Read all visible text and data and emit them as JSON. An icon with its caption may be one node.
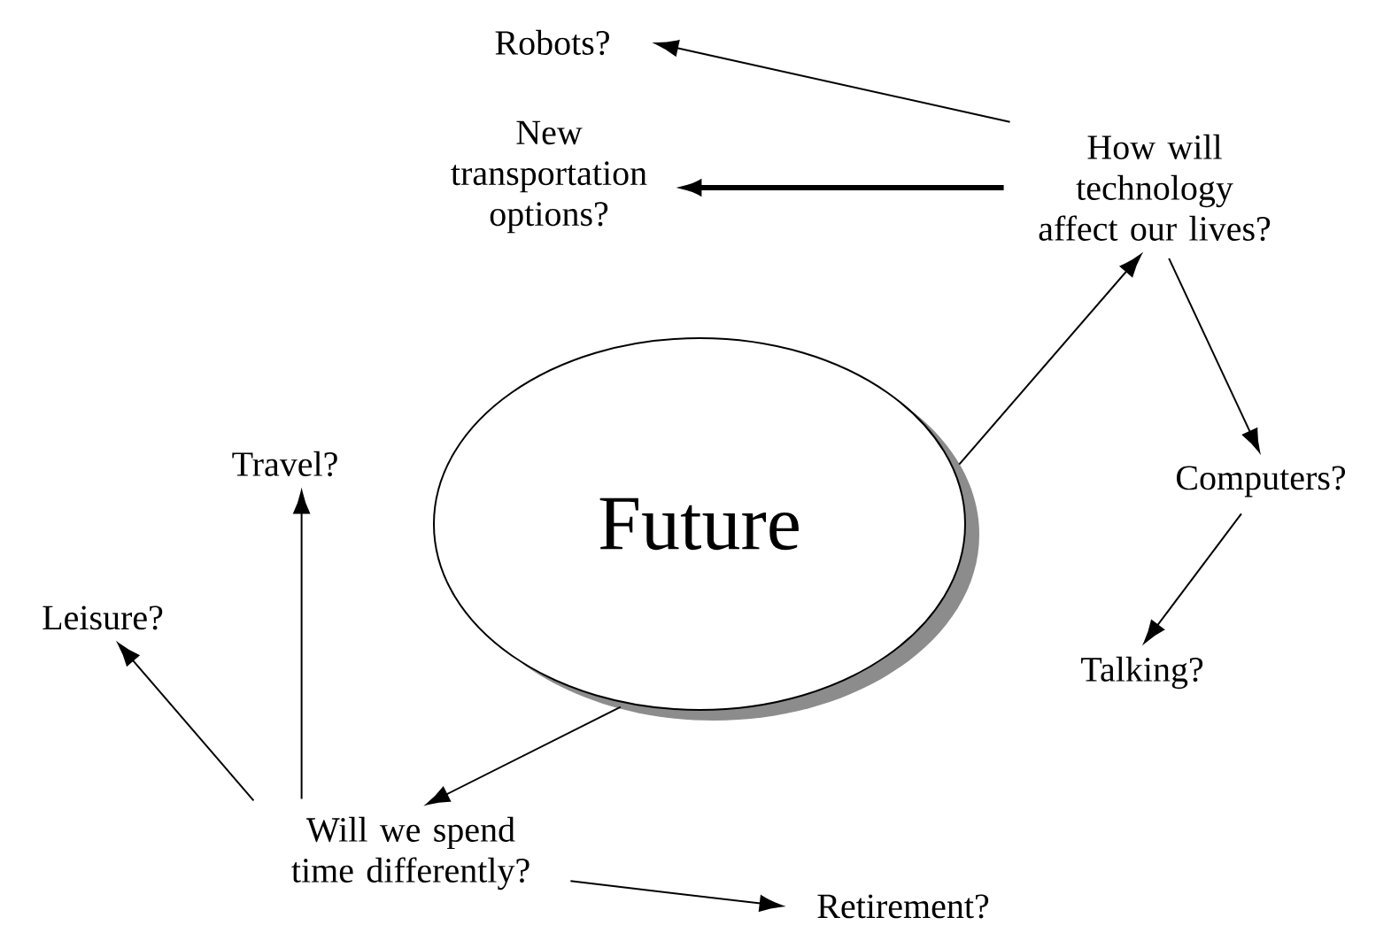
{
  "diagram": {
    "nodes": [
      {
        "text": [
          "Future"
        ]
      },
      {
        "text": [
          "How will technology affect our lives?"
        ]
      },
      {
        "text": [
          "Robots?"
        ]
      },
      {
        "text": [
          "New transportation options?"
        ]
      },
      {
        "text": [
          "Computers?"
        ]
      },
      {
        "text": [
          "Talking?"
        ]
      },
      {
        "text": [
          "Will we spend time differently?"
        ]
      },
      {
        "text": [
          "Travel?"
        ]
      },
      {
        "text": [
          "Leisure?"
        ]
      },
      {
        "text": [
          "Retirement?"
        ]
      }
    ],
    "edges": [
      {
        "from": 0,
        "to": 1,
        "arrow": "to"
      },
      {
        "from": 1,
        "to": 2,
        "arrow": "to"
      },
      {
        "from": 1,
        "to": 3,
        "arrow": "to",
        "style": "thick"
      },
      {
        "from": 1,
        "to": 4,
        "arrow": "to"
      },
      {
        "from": 4,
        "to": 5,
        "arrow": "to"
      },
      {
        "from": 0,
        "to": 6,
        "arrow": "to"
      },
      {
        "from": 6,
        "to": 7,
        "arrow": "to"
      },
      {
        "from": 6,
        "to": 8,
        "arrow": "to"
      },
      {
        "from": 6,
        "to": 9,
        "arrow": "to"
      }
    ]
  }
}
